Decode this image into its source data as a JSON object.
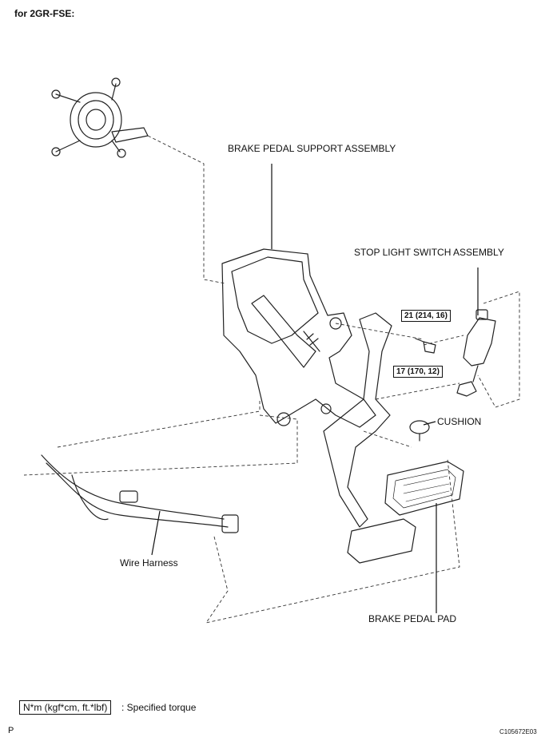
{
  "header": {
    "title": "for 2GR-FSE:"
  },
  "callouts": {
    "support_assembly": "BRAKE PEDAL SUPPORT ASSEMBLY",
    "stop_light_switch": "STOP LIGHT SWITCH ASSEMBLY",
    "cushion": "CUSHION",
    "wire_harness": "Wire Harness",
    "pedal_pad": "BRAKE PEDAL PAD"
  },
  "torques": [
    {
      "value": "21 (214, 16)"
    },
    {
      "value": "17 (170, 12)"
    }
  ],
  "legend": {
    "unit_box": "N*m (kgf*cm, ft.*lbf)",
    "description": ": Specified torque"
  },
  "footer": {
    "left_marker": "P",
    "figure_code": "C105672E03"
  }
}
